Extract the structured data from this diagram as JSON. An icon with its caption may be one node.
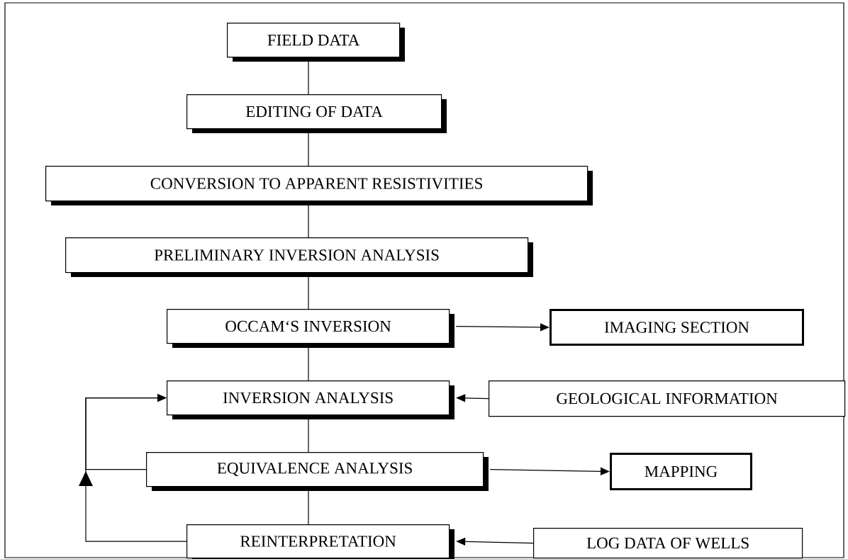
{
  "diagram": {
    "nodes": [
      {
        "text": [
          "FIELD DATA"
        ]
      },
      {
        "text": [
          "EDITING OF DATA"
        ]
      },
      {
        "text": [
          "CONVERSION TO APPARENT RESISTIVITIES"
        ]
      },
      {
        "text": [
          "PRELIMINARY INVERSION ANALYSIS"
        ]
      },
      {
        "text": [
          "OCCAM‘S INVERSION"
        ]
      },
      {
        "text": [
          "IMAGING SECTION"
        ]
      },
      {
        "text": [
          "INVERSION ANALYSIS"
        ]
      },
      {
        "text": [
          "GEOLOGICAL INFORMATION"
        ]
      },
      {
        "text": [
          "EQUIVALENCE ANALYSIS"
        ]
      },
      {
        "text": [
          "MAPPING"
        ]
      },
      {
        "text": [
          "REINTERPRETATION"
        ]
      },
      {
        "text": [
          "LOG DATA OF WELLS"
        ]
      }
    ],
    "edges": [
      {
        "from": 0,
        "to": 1,
        "arrow": "none"
      },
      {
        "from": 1,
        "to": 2,
        "arrow": "none"
      },
      {
        "from": 2,
        "to": 3,
        "arrow": "none"
      },
      {
        "from": 3,
        "to": 4,
        "arrow": "none"
      },
      {
        "from": 4,
        "to": 6,
        "arrow": "none"
      },
      {
        "from": 6,
        "to": 8,
        "arrow": "none"
      },
      {
        "from": 8,
        "to": 10,
        "arrow": "none"
      },
      {
        "from": 4,
        "to": 5,
        "arrow": "to"
      },
      {
        "from": 7,
        "to": 6,
        "arrow": "to"
      },
      {
        "from": 8,
        "to": 9,
        "arrow": "to"
      },
      {
        "from": 11,
        "to": 10,
        "arrow": "to"
      },
      {
        "from": 10,
        "to": 6,
        "arrow": "to"
      },
      {
        "from": 8,
        "to": 6,
        "arrow": "to"
      }
    ]
  }
}
